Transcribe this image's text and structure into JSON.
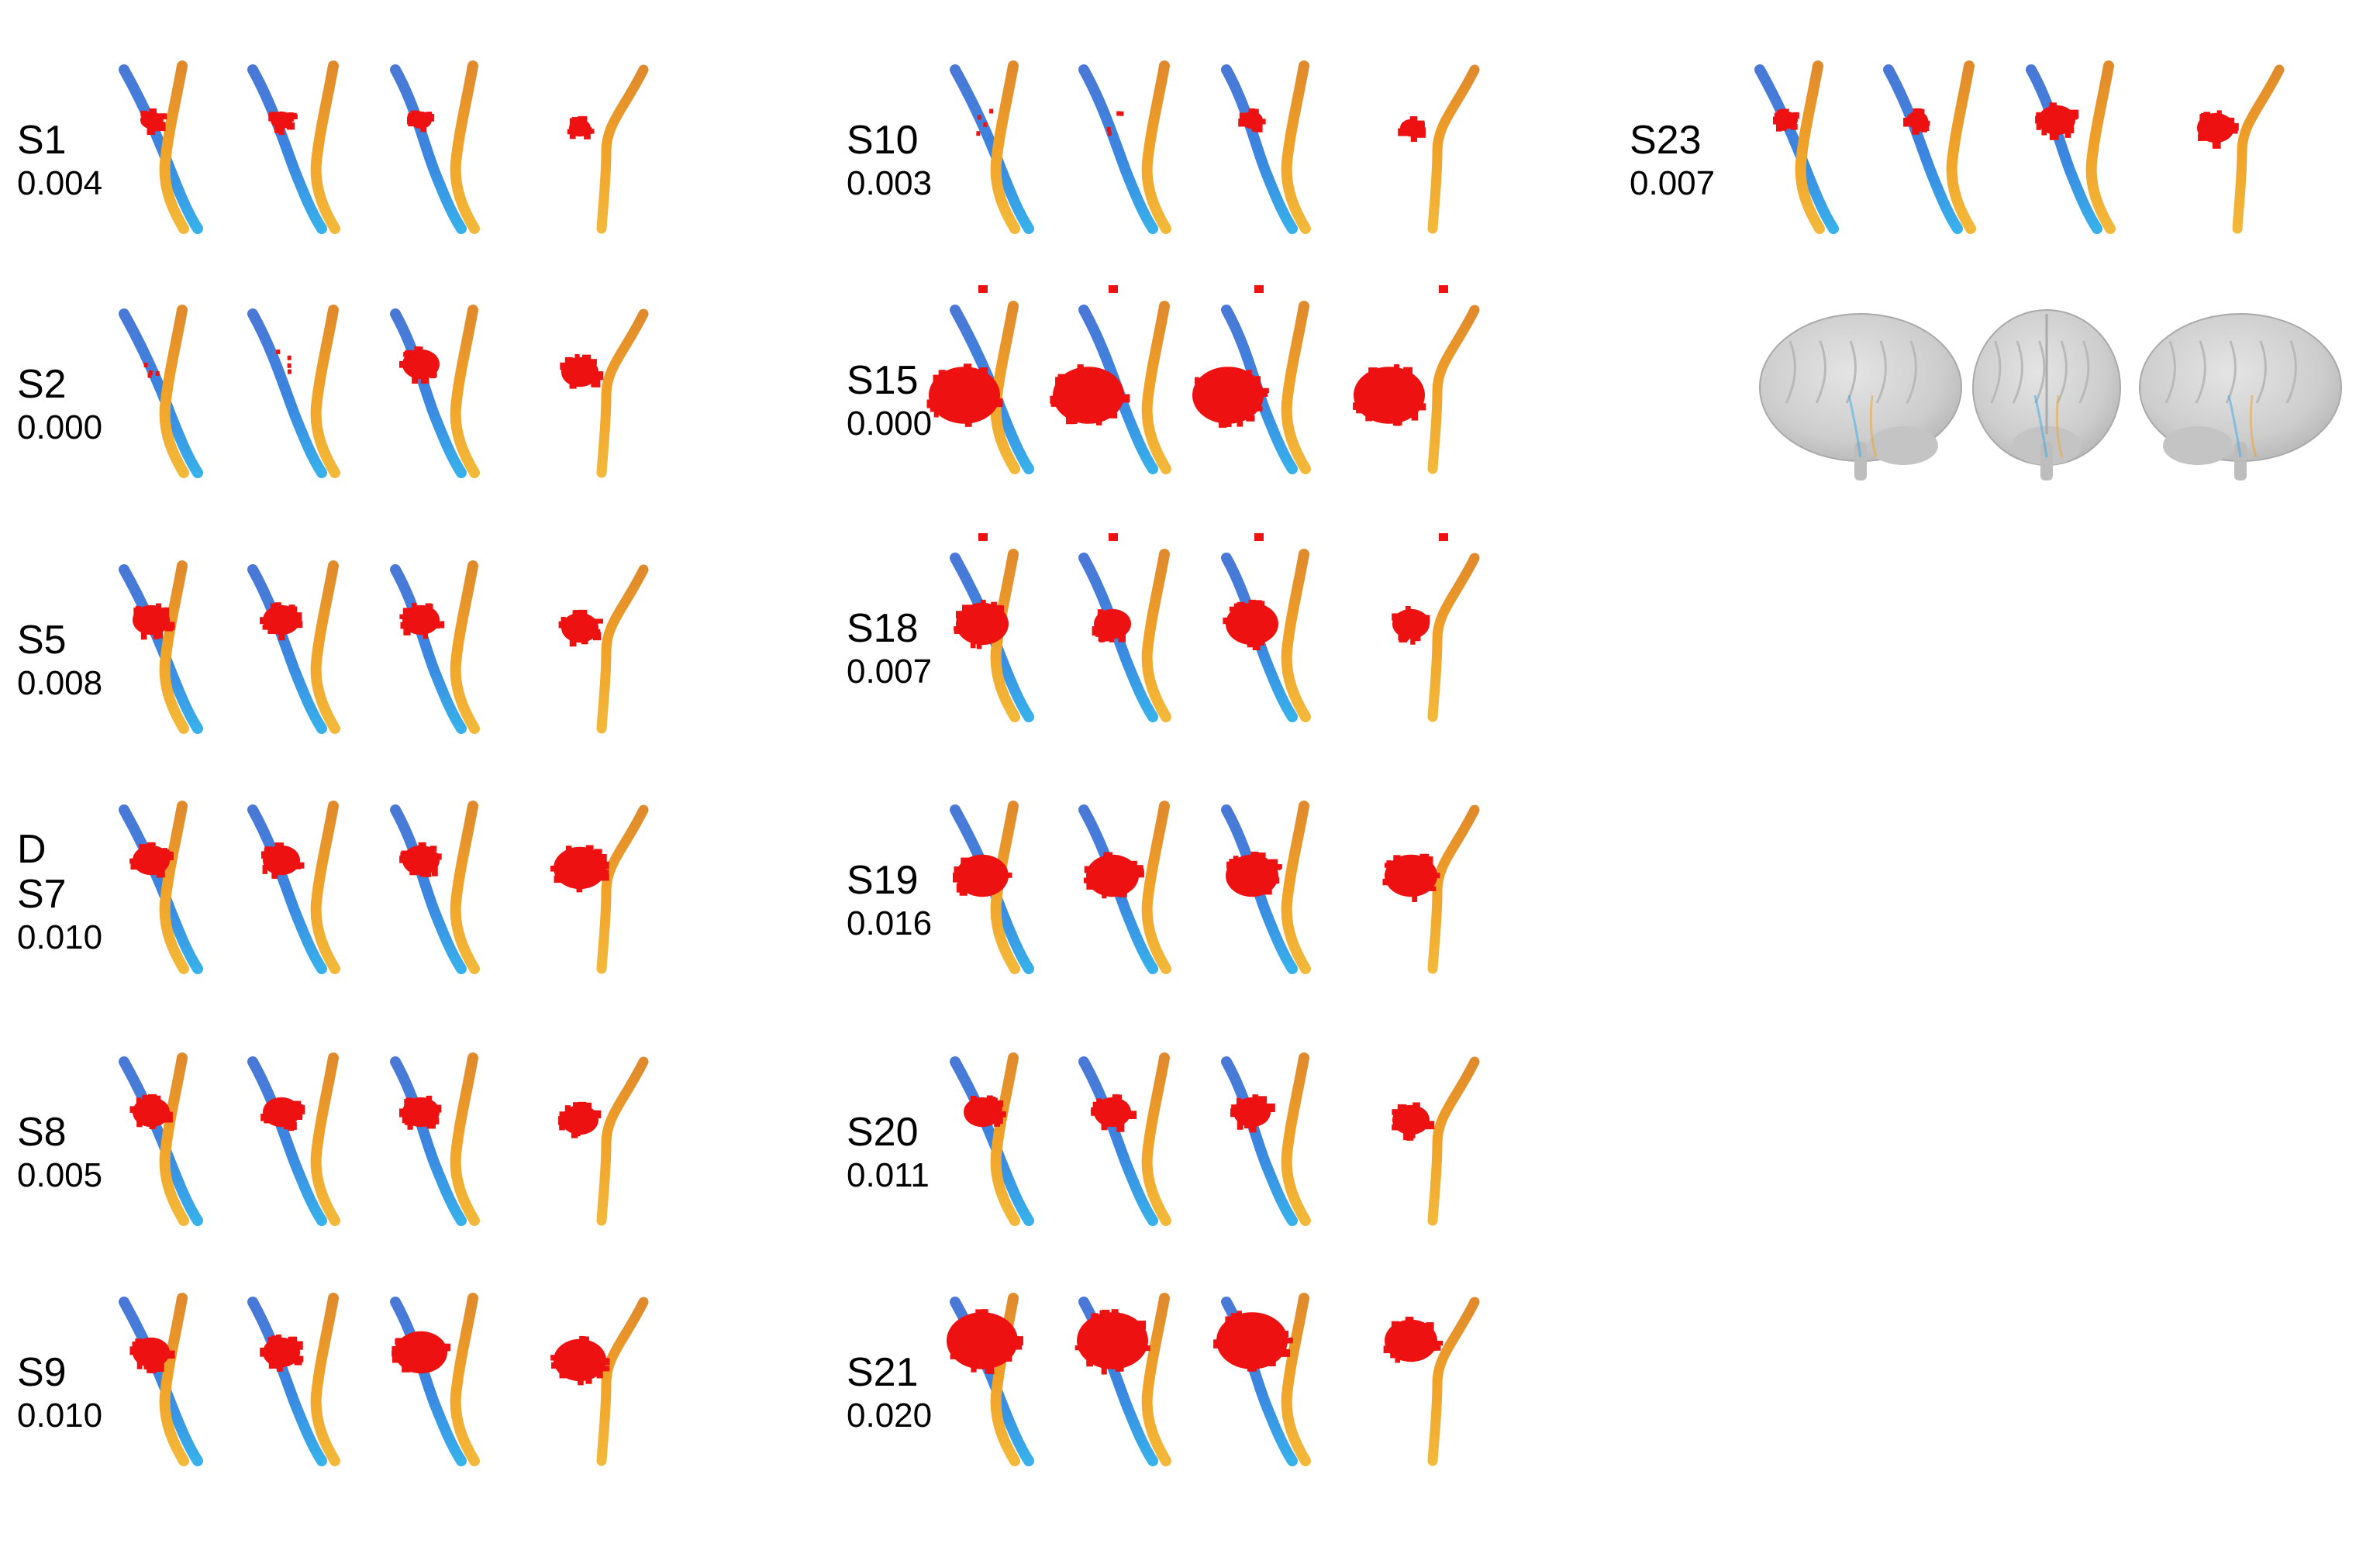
{
  "subjects": [
    {
      "id": "S1",
      "value": "0.004",
      "prefix": "",
      "blobs": [
        "sm",
        "sm",
        "sm",
        "sm"
      ]
    },
    {
      "id": "S2",
      "value": "0.000",
      "prefix": "",
      "blobs": [
        "dots",
        "dots",
        "md",
        "md"
      ]
    },
    {
      "id": "S5",
      "value": "0.008",
      "prefix": "",
      "blobs": [
        "md",
        "md",
        "md",
        "md"
      ]
    },
    {
      "id": "S7",
      "value": "0.010",
      "prefix": "D",
      "blobs": [
        "md",
        "md",
        "md",
        "lg"
      ]
    },
    {
      "id": "S8",
      "value": "0.005",
      "prefix": "",
      "blobs": [
        "md",
        "md",
        "md",
        "md"
      ]
    },
    {
      "id": "S9",
      "value": "0.010",
      "prefix": "",
      "blobs": [
        "md",
        "md",
        "lg",
        "lg"
      ]
    },
    {
      "id": "S10",
      "value": "0.003",
      "prefix": "",
      "blobs": [
        "dots",
        "dots",
        "sm",
        "sm"
      ]
    },
    {
      "id": "S15",
      "value": "0.000",
      "prefix": "",
      "blobs": [
        "xl",
        "xl",
        "xl",
        "xl"
      ]
    },
    {
      "id": "S18",
      "value": "0.007",
      "prefix": "",
      "blobs": [
        "lg",
        "md",
        "lg",
        "md"
      ]
    },
    {
      "id": "S19",
      "value": "0.016",
      "prefix": "",
      "blobs": [
        "lg",
        "lg",
        "lg",
        "lg"
      ]
    },
    {
      "id": "S20",
      "value": "0.011",
      "prefix": "",
      "blobs": [
        "md",
        "md",
        "md",
        "md"
      ]
    },
    {
      "id": "S21",
      "value": "0.020",
      "prefix": "",
      "blobs": [
        "xl",
        "xl",
        "xl",
        "lg"
      ]
    },
    {
      "id": "S23",
      "value": "0.007",
      "prefix": "",
      "blobs": [
        "sm",
        "sm",
        "md",
        "md"
      ]
    }
  ],
  "views": [
    "left-oblique",
    "anterior-oblique",
    "posterior-oblique",
    "lateral"
  ],
  "reference_brains": [
    "left-lateral",
    "anterior",
    "right-lateral"
  ],
  "colors": {
    "blue_tract": "#3a7fd9",
    "blue_tract_light": "#39a8e8",
    "orange_tract": "#f0a22a",
    "orange_tract_dark": "#d9811c",
    "lesion_red": "#ee1111",
    "brain_gray": "#cfcfcf",
    "brain_shadow": "#a9a9a9"
  }
}
